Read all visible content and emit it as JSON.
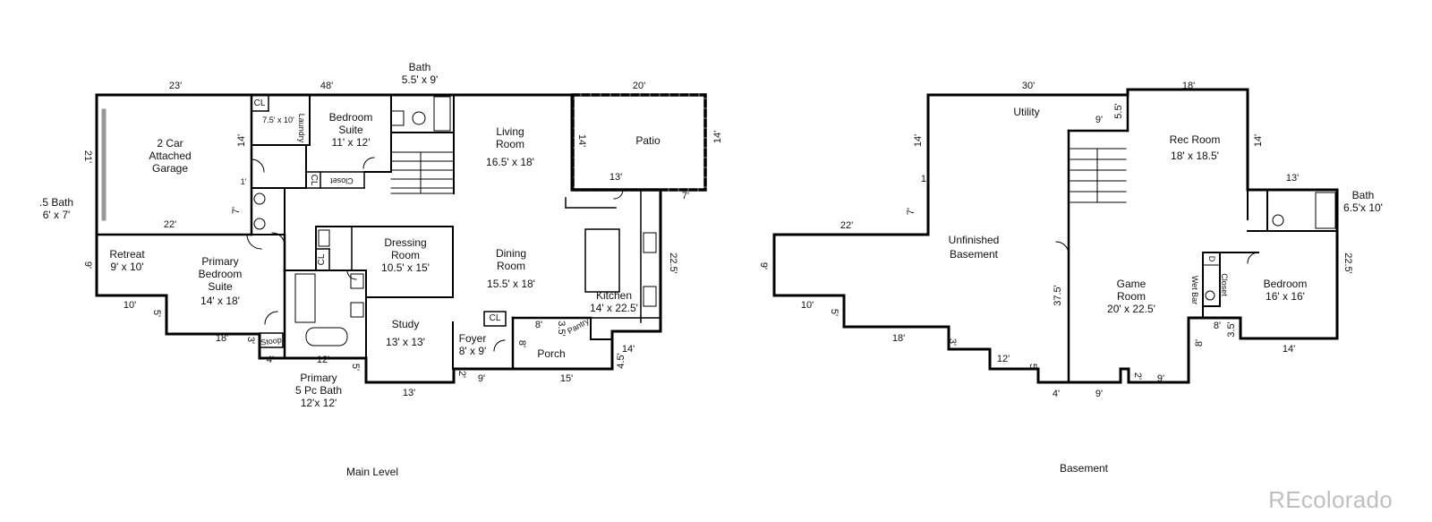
{
  "main": {
    "caption": "Main Level",
    "rooms": {
      "garage": [
        "2 Car",
        "Attached",
        "Garage"
      ],
      "cl1": "CL",
      "laundry_size": "7.5' x 10'",
      "laundry": "Laundry",
      "bath_top": [
        "Bath",
        "5.5' x 9'"
      ],
      "bedroom_suite": [
        "Bedroom",
        "Suite",
        "11' x 12'"
      ],
      "closet": "Closet",
      "cl2": "CL",
      "living": [
        "Living",
        "Room",
        "16.5' x 18'"
      ],
      "patio": "Patio",
      "half_bath": [
        ".5  Bath",
        "6' x 7'"
      ],
      "retreat": [
        "Retreat",
        "9' x 10'"
      ],
      "primary_bed": [
        "Primary",
        "Bedroom",
        "Suite",
        "14' x 18'"
      ],
      "cl3": "CL",
      "dressing": [
        "Dressing",
        "Room",
        "10.5' x 15'"
      ],
      "dining": [
        "Dining",
        "Room",
        "15.5' x 18'"
      ],
      "kitchen": [
        "Kitchen",
        "14' x 22.5'"
      ],
      "study": [
        "Study",
        "13' x 13'"
      ],
      "cl4": "CL",
      "foyer": [
        "Foyer",
        "8' x 9'"
      ],
      "pantry": "Pantry",
      "porch": "Porch",
      "stoop": "Stoop",
      "primary_bath": [
        "Primary",
        "5 Pc    Bath",
        "12'x  12'"
      ]
    },
    "dims": {
      "d23": "23'",
      "d48": "48'",
      "d20": "20'",
      "d21": "21'",
      "d14a": "14'",
      "d1a": "1'",
      "d22": "22'",
      "d7a": "7'",
      "d14b": "14'",
      "d14c": "14'",
      "d13a": "13'",
      "d7b": "7'",
      "d22_5": "22.5'",
      "d9": "9'",
      "d10": "10'",
      "d5a": "5'",
      "d18": "18'",
      "d3": "3'",
      "d4": "4'",
      "d12": "12'",
      "d5b": "5'",
      "d13b": "13'",
      "d2": "2'",
      "d9b": "9'",
      "d15": "15'",
      "d8": "8'",
      "d3_5": "3.5'",
      "d8b": "8'",
      "d14d": "14'",
      "d4_5": "4.5'"
    }
  },
  "base": {
    "caption": "Basement",
    "rooms": {
      "utility": "Utility",
      "unfinished": [
        "Unfinished",
        "Basement"
      ],
      "rec": [
        "Rec Room",
        "18'  x  18.5'"
      ],
      "bath": [
        "Bath",
        "6.5'x 10'"
      ],
      "game": [
        "Game",
        "Room",
        "20' x 22.5'"
      ],
      "wet_bar": "Wet Bar",
      "closet": "Closet",
      "d_label": "D",
      "bedroom": [
        "Bedroom",
        "16' x 16'"
      ]
    },
    "dims": {
      "d30": "30'",
      "d18a": "18'",
      "d14a": "14'",
      "d9a": "9'",
      "d5_5": "5.5'",
      "d14b": "14'",
      "d1": "1'",
      "d7": "7'",
      "d13": "13'",
      "d22": "22'",
      "d9b": "9'",
      "d22_5": "22.5'",
      "d10": "10'",
      "d5a": "5'",
      "d37_5": "37.5'",
      "d18b": "18'",
      "d3": "3'",
      "d12": "12'",
      "d5b": "5'",
      "d4": "4'",
      "d9c": "9'",
      "d2": "2'",
      "d9d": "9'",
      "d8a": "8'",
      "d3_5": "3.5'",
      "d8b": "8'",
      "d14c": "14'"
    }
  },
  "watermark": "REcolorado"
}
